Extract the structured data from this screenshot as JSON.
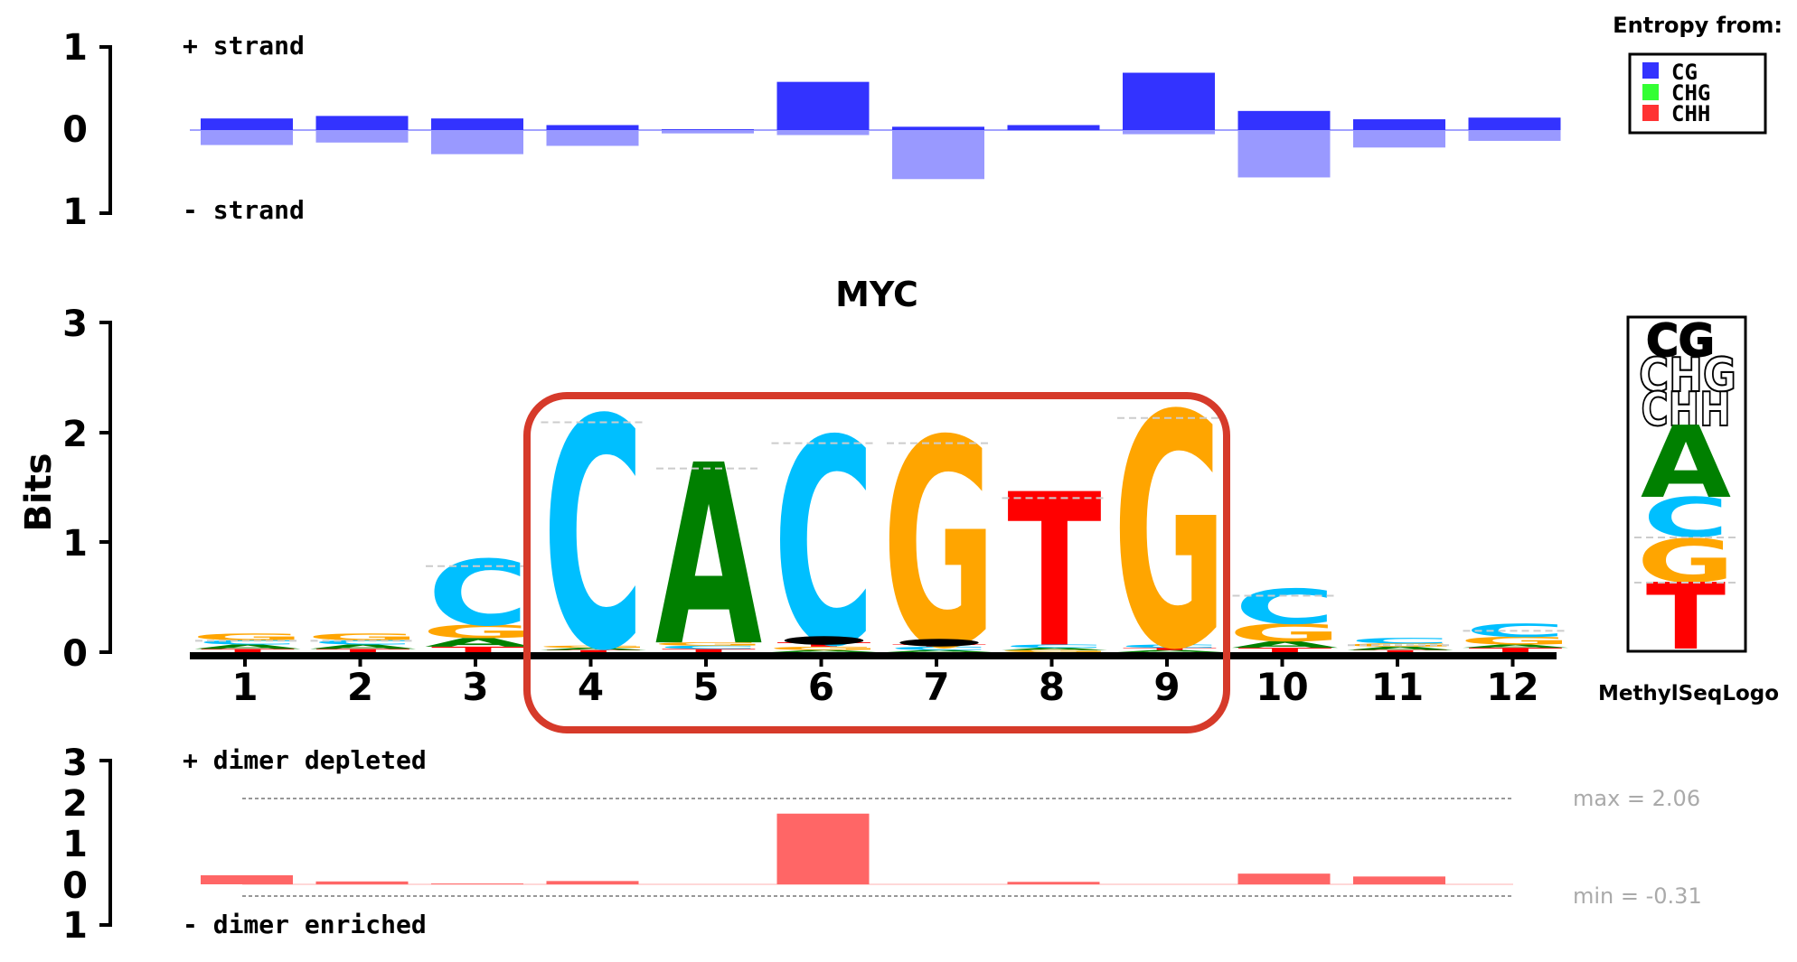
{
  "colors": {
    "CG": "#3333ff",
    "CG_minus": "#9999ff",
    "CHG": "#33ff33",
    "CHH": "#ff3333",
    "dimer": "#ff6666",
    "A": "#008000",
    "C": "#00bfff",
    "G": "#ffa500",
    "T": "#ff0000",
    "highlight": "#d63a2a"
  },
  "chart_data": [
    {
      "type": "bar",
      "panel": "methylation-entropy",
      "labels": {
        "plus": "+ strand",
        "minus": "- strand"
      },
      "y_ticks": [
        "1",
        "0",
        "1"
      ],
      "ylim": [
        -1,
        1
      ],
      "categories": [
        "1",
        "2",
        "3",
        "4",
        "5",
        "6",
        "7",
        "8",
        "9",
        "10",
        "11",
        "12"
      ],
      "series": [
        {
          "name": "CG",
          "strand": "+",
          "values": [
            0.14,
            0.17,
            0.14,
            0.06,
            0.01,
            0.58,
            0.04,
            0.06,
            0.69,
            0.23,
            0.13,
            0.15
          ]
        },
        {
          "name": "CG",
          "strand": "-",
          "values": [
            0.18,
            0.15,
            0.29,
            0.19,
            0.04,
            0.06,
            0.59,
            0.01,
            0.05,
            0.57,
            0.21,
            0.13
          ]
        }
      ],
      "legend": {
        "title": "Entropy from:",
        "entries": [
          "CG",
          "CHG",
          "CHH"
        ],
        "position": "top-right"
      }
    },
    {
      "type": "sequence-logo",
      "panel": "logo",
      "title": "MYC",
      "ylabel": "Bits",
      "y_ticks": [
        "0",
        "1",
        "2",
        "3"
      ],
      "ylim": [
        0,
        3
      ],
      "positions": [
        "1",
        "2",
        "3",
        "4",
        "5",
        "6",
        "7",
        "8",
        "9",
        "10",
        "11",
        "12"
      ],
      "stacks": [
        [
          [
            "T",
            0.03
          ],
          [
            "A",
            0.04
          ],
          [
            "C",
            0.04
          ],
          [
            "G",
            0.06
          ]
        ],
        [
          [
            "T",
            0.03
          ],
          [
            "A",
            0.04
          ],
          [
            "C",
            0.04
          ],
          [
            "G",
            0.06
          ]
        ],
        [
          [
            "T",
            0.05
          ],
          [
            "A",
            0.08
          ],
          [
            "G",
            0.12
          ],
          [
            "C",
            0.6
          ]
        ],
        [
          [
            "T",
            0.02
          ],
          [
            "A",
            0.02
          ],
          [
            "G",
            0.02
          ],
          [
            "C",
            2.1
          ]
        ],
        [
          [
            "T",
            0.03
          ],
          [
            "C",
            0.03
          ],
          [
            "G",
            0.03
          ],
          [
            "A",
            1.65
          ]
        ],
        [
          [
            "A",
            0.02
          ],
          [
            "G",
            0.03
          ],
          [
            "T",
            0.04
          ],
          [
            "C",
            1.88
          ]
        ],
        [
          [
            "A",
            0.02
          ],
          [
            "C",
            0.03
          ],
          [
            "T",
            0.02
          ],
          [
            "G",
            1.9
          ]
        ],
        [
          [
            "G",
            0.02
          ],
          [
            "A",
            0.02
          ],
          [
            "C",
            0.03
          ],
          [
            "T",
            1.4
          ]
        ],
        [
          [
            "A",
            0.02
          ],
          [
            "T",
            0.02
          ],
          [
            "C",
            0.03
          ],
          [
            "G",
            2.13
          ]
        ],
        [
          [
            "T",
            0.04
          ],
          [
            "A",
            0.06
          ],
          [
            "G",
            0.16
          ],
          [
            "C",
            0.32
          ]
        ],
        [
          [
            "T",
            0.02
          ],
          [
            "A",
            0.03
          ],
          [
            "G",
            0.03
          ],
          [
            "C",
            0.05
          ]
        ],
        [
          [
            "T",
            0.04
          ],
          [
            "A",
            0.03
          ],
          [
            "G",
            0.07
          ],
          [
            "C",
            0.12
          ]
        ]
      ],
      "methylation_caps": [
        {
          "position": "6",
          "height": 0.08
        },
        {
          "position": "7",
          "height": 0.07
        }
      ],
      "highlight_positions": [
        "4",
        "9"
      ],
      "side_legend": {
        "label": "MethylSeqLogo",
        "stack": [
          "CG",
          "CHG",
          "CHH",
          "A",
          "C",
          "G",
          "T"
        ]
      }
    },
    {
      "type": "bar",
      "panel": "dimer",
      "labels": {
        "plus": "+ dimer depleted",
        "minus": "- dimer enriched"
      },
      "y_ticks": [
        "3",
        "2",
        "1",
        "0",
        "1"
      ],
      "ylim": [
        -1,
        3
      ],
      "categories": [
        "1",
        "2",
        "3",
        "4",
        "5",
        "6",
        "7",
        "8",
        "9",
        "10",
        "11",
        "12"
      ],
      "values": [
        0.22,
        0.07,
        0.02,
        0.08,
        0.0,
        1.72,
        0.0,
        0.06,
        0.0,
        0.26,
        0.19,
        0.0
      ],
      "max_label": "max = 2.06",
      "min_label": "min = -0.31",
      "max": 2.06,
      "min": -0.31
    }
  ]
}
